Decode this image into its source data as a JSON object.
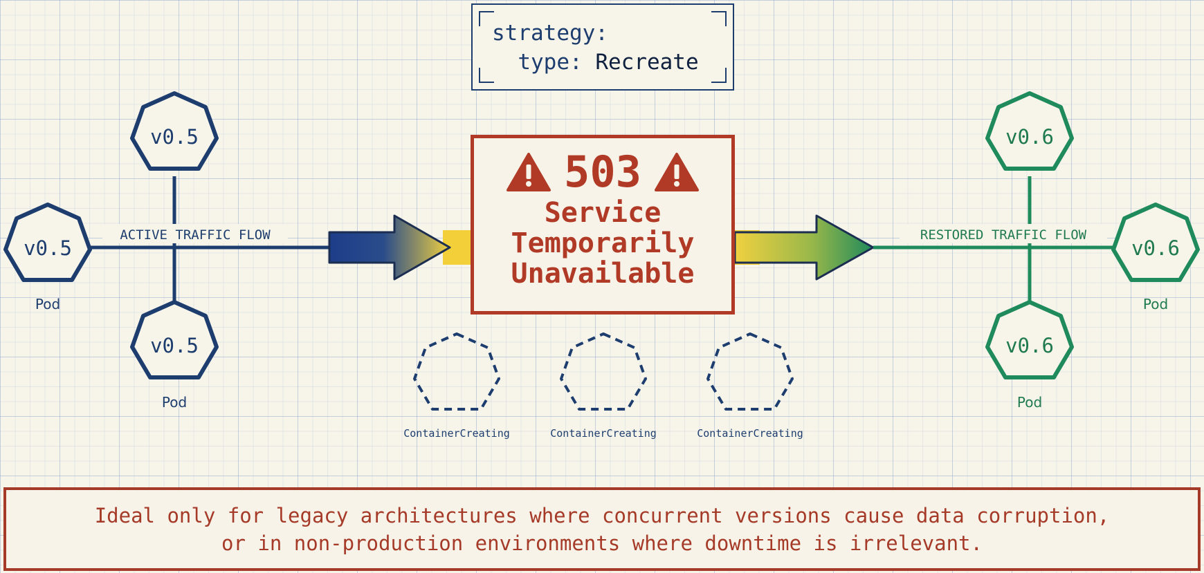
{
  "strategy": {
    "key": "strategy:",
    "type_key": "type:",
    "type_value": "Recreate"
  },
  "old_pods": {
    "color": "#1d3d6e",
    "items": [
      {
        "version": "v0.5",
        "label": ""
      },
      {
        "version": "v0.5",
        "label": "Pod"
      },
      {
        "version": "v0.5",
        "label": "Pod"
      }
    ],
    "flow_label": "ACTIVE TRAFFIC FLOW"
  },
  "new_pods": {
    "color": "#1f8a5b",
    "items": [
      {
        "version": "v0.6",
        "label": ""
      },
      {
        "version": "v0.6",
        "label": "Pod"
      },
      {
        "version": "v0.6",
        "label": "Pod"
      }
    ],
    "flow_label": "RESTORED TRAFFIC FLOW"
  },
  "error": {
    "code": "503",
    "message_lines": [
      "Service",
      "Temporarily",
      "Unavailable"
    ],
    "color": "#b03a26"
  },
  "creating_pods": [
    {
      "status": "ContainerCreating"
    },
    {
      "status": "ContainerCreating"
    },
    {
      "status": "ContainerCreating"
    }
  ],
  "note": {
    "line1": "Ideal only for legacy architectures where concurrent versions cause data corruption,",
    "line2": "or in non-production environments where downtime is irrelevant."
  }
}
